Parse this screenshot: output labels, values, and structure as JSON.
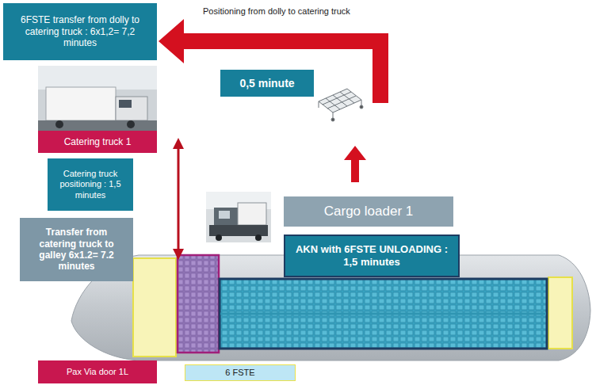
{
  "diagram": {
    "nodes": [
      {
        "text": [
          "6FSTE transfer from dolly to catering truck : 6x1,2= 7,2 minutes"
        ]
      },
      {
        "text": [
          "0,5 minute"
        ]
      },
      {
        "text": [
          "Catering truck 1"
        ]
      },
      {
        "text": [
          "Catering truck positioning : 1,5 minutes"
        ]
      },
      {
        "text": [
          "Transfer from catering truck to galley 6x1.2= 7.2 minutes"
        ]
      },
      {
        "text": [
          "Cargo loader 1"
        ]
      },
      {
        "text": [
          "AKN with 6FSTE UNLOADING : 1,5 minutes"
        ]
      },
      {
        "text": [
          "Pax Via door 1L"
        ]
      },
      {
        "text": [
          "6 FSTE"
        ]
      }
    ],
    "labels": [
      "Positioning from dolly to catering truck"
    ]
  }
}
